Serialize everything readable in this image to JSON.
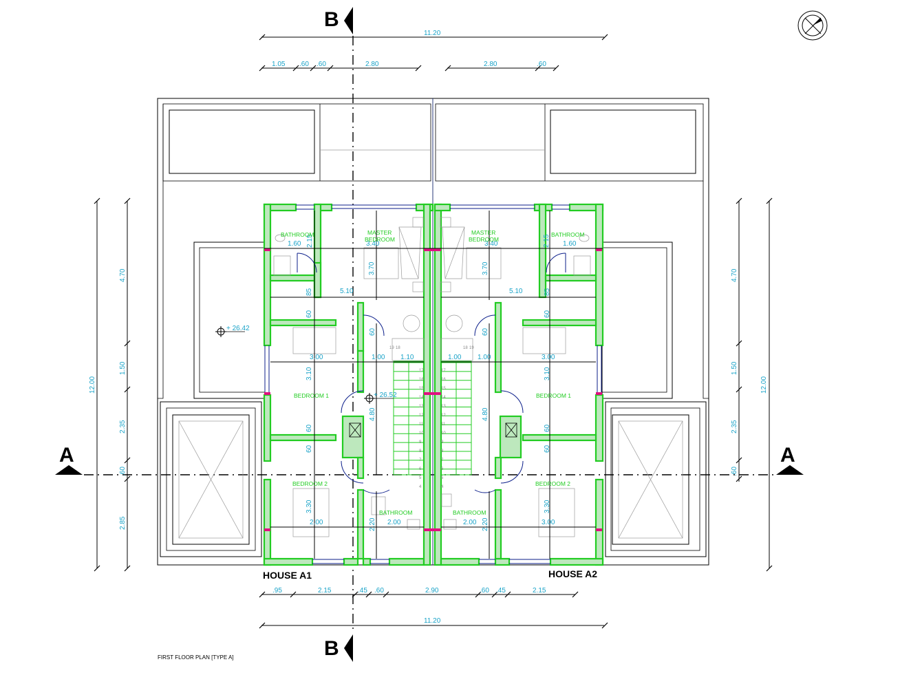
{
  "drawing": {
    "caption": "FIRST FLOOR PLAN [TYPE A]",
    "section_marks": {
      "a": "A",
      "b": "B"
    }
  },
  "houses": [
    {
      "label": "HOUSE A1"
    },
    {
      "label": "HOUSE A2"
    }
  ],
  "rooms": {
    "a1": {
      "bathroom_top": "BATHROOM",
      "master_line1": "MASTER",
      "master_line2": "BEDROOM",
      "bedroom1": "BEDROOM 1",
      "bedroom2": "BEDROOM 2",
      "bathroom_bottom": "BATHROOM"
    },
    "a2": {
      "bathroom_top": "BATHROOM",
      "master_line1": "MASTER",
      "master_line2": "BEDROOM",
      "bedroom1": "BEDROOM 1",
      "bedroom2": "BEDROOM 2",
      "bathroom_bottom": "BATHROOM"
    }
  },
  "levels": {
    "terrace": "+ 26.42",
    "stair": "+ 26.52"
  },
  "dimensions": {
    "top_overall": "11.20",
    "top_row": [
      "1.05",
      ".60",
      ".60",
      "2.80",
      "2.80",
      ".60"
    ],
    "bottom_row": [
      ".95",
      "2.15",
      ".45",
      ".60",
      "2.90",
      ".60",
      ".45",
      "2.15"
    ],
    "bottom_overall": "11.20",
    "left_overall": "12.00",
    "left_chain": [
      "4.70",
      "1.50",
      "2.35",
      ".60",
      "2.85"
    ],
    "right_overall": "12.00",
    "right_chain": [
      "4.70",
      "1.50",
      "2.35",
      ".60"
    ],
    "a1_inner": {
      "bath_w": "1.60",
      "bath_h": "2.15",
      "master_w": "3.40",
      "master_h": "3.70",
      "hall_w": "5.10",
      "v85": "85",
      "v60a": "60",
      "v60b": "60",
      "bed1_w": "3.00",
      "bed1_h": "3.10",
      "h100": "1.00",
      "h110": "1.10",
      "stair_h": "4.80",
      "v60c": "60",
      "v60d": "60",
      "bed2_w": "2.00",
      "bed2_h": "3.30",
      "bath2_w": "2.00",
      "bath2_h": "2.20"
    },
    "a2_inner": {
      "bath_w": "1.60",
      "bath_h": "2.15",
      "master_w": "3.40",
      "master_h": "3.70",
      "hall_w": "5.10",
      "v85": "85",
      "v60a": "60",
      "v60b": "60",
      "bed1_w": "3.00",
      "bed1_h": "3.10",
      "h100a": "1.00",
      "h100b": "1.00",
      "stair_h": "4.80",
      "v60c": "60",
      "v60d": "60",
      "bed2_w": "3.00",
      "bed2_h": "3.30",
      "bath2_w": "2.00",
      "bath2_h": "2.20"
    }
  },
  "stair_numbers": {
    "left": [
      "19",
      "18",
      "17",
      "16",
      "15",
      "14",
      "13",
      "12",
      "11",
      "10",
      "9",
      "8",
      "7",
      "6",
      "5",
      "4"
    ],
    "right": [
      "18",
      "19",
      "17",
      "16",
      "15",
      "14",
      "13",
      "12",
      "11",
      "10",
      "9",
      "8",
      "7",
      "6",
      "5",
      "4"
    ]
  },
  "colors": {
    "dimension": "#1aa3c8",
    "wall": "#22cc22",
    "door": "#0b1e8a",
    "accent": "#e01080"
  }
}
